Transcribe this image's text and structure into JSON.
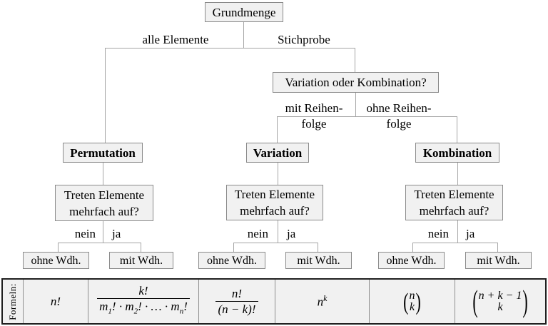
{
  "diagram": {
    "root_label": "Grundmenge",
    "question_vok": "Variation oder Kombination?",
    "question_repeat": "Treten Elemente\nmehrfach auf?",
    "branches": {
      "permutation": "Permutation",
      "variation": "Variation",
      "kombination": "Kombination"
    },
    "edge_labels": {
      "alle_elemente": "alle Elemente",
      "stichprobe": "Stichprobe",
      "mit_reihenfolge": "mit Reihen-\nfolge",
      "ohne_reihenfolge": "ohne Reihen-\nfolge",
      "nein": "nein",
      "ja": "ja"
    },
    "leaves": {
      "ohne_wdh": "ohne Wdh.",
      "mit_wdh": "mit Wdh."
    }
  },
  "formula_row": {
    "header": "Formeln:",
    "f1": "n!",
    "f2": {
      "num": "k!",
      "den_parts": [
        "m",
        "1",
        "! · m",
        "2",
        "! · … · m",
        "n",
        "!"
      ]
    },
    "f3": {
      "num": "n!",
      "den": "(n − k)!"
    },
    "f4": {
      "base": "n",
      "sup": "k"
    },
    "f5": {
      "open": "(",
      "top": "n",
      "bottom": "k",
      "close": ")"
    },
    "f6": {
      "open": "(",
      "top": "n + k − 1",
      "bottom": "k",
      "close": ")"
    }
  },
  "colors": {
    "node_fill": "#f1f1f1",
    "node_border": "#8a8a8a",
    "connector": "#a5a5a5",
    "table_border": "#1f1f1f",
    "text": "#000000",
    "background": "#ffffff"
  }
}
